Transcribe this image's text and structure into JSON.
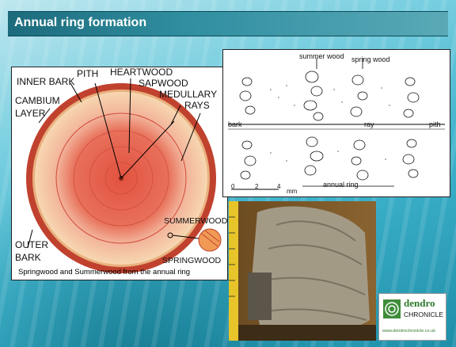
{
  "slide": {
    "title": "Annual ring formation"
  },
  "diagram_left": {
    "labels": {
      "pith": "PITH",
      "heartwood": "HEARTWOOD",
      "inner_bark": "INNER BARK",
      "sapwood": "SAPWOOD",
      "cambium": "CAMBIUM",
      "layer": "LAYER",
      "medullary": "MEDULLARY",
      "rays": "RAYS",
      "outer": "OUTER",
      "bark": "BARK",
      "summerwood": "SUMMERWOOD",
      "springwood": "SPRINGWOOD"
    },
    "caption": "Springwood and Summerwood from the annual ring"
  },
  "diagram_right": {
    "labels": {
      "summer_wood": "summer wood",
      "spring_wood": "spring wood",
      "bark": "bark",
      "ray": "ray",
      "pith": "pith",
      "annual_ring": "annual ring",
      "scale_0": "0",
      "scale_2": "2",
      "scale_4": "4",
      "scale_unit": "mm"
    }
  },
  "logo": {
    "name_line1": "dendro",
    "name_line2": "CHRONICLE",
    "url": "www.dendrochronicle.co.uk"
  },
  "colors": {
    "title_bar": "#1c6b7c",
    "heartwood": "#e45d4a",
    "sapwood": "#f6d2a0",
    "bark": "#c0422e"
  }
}
